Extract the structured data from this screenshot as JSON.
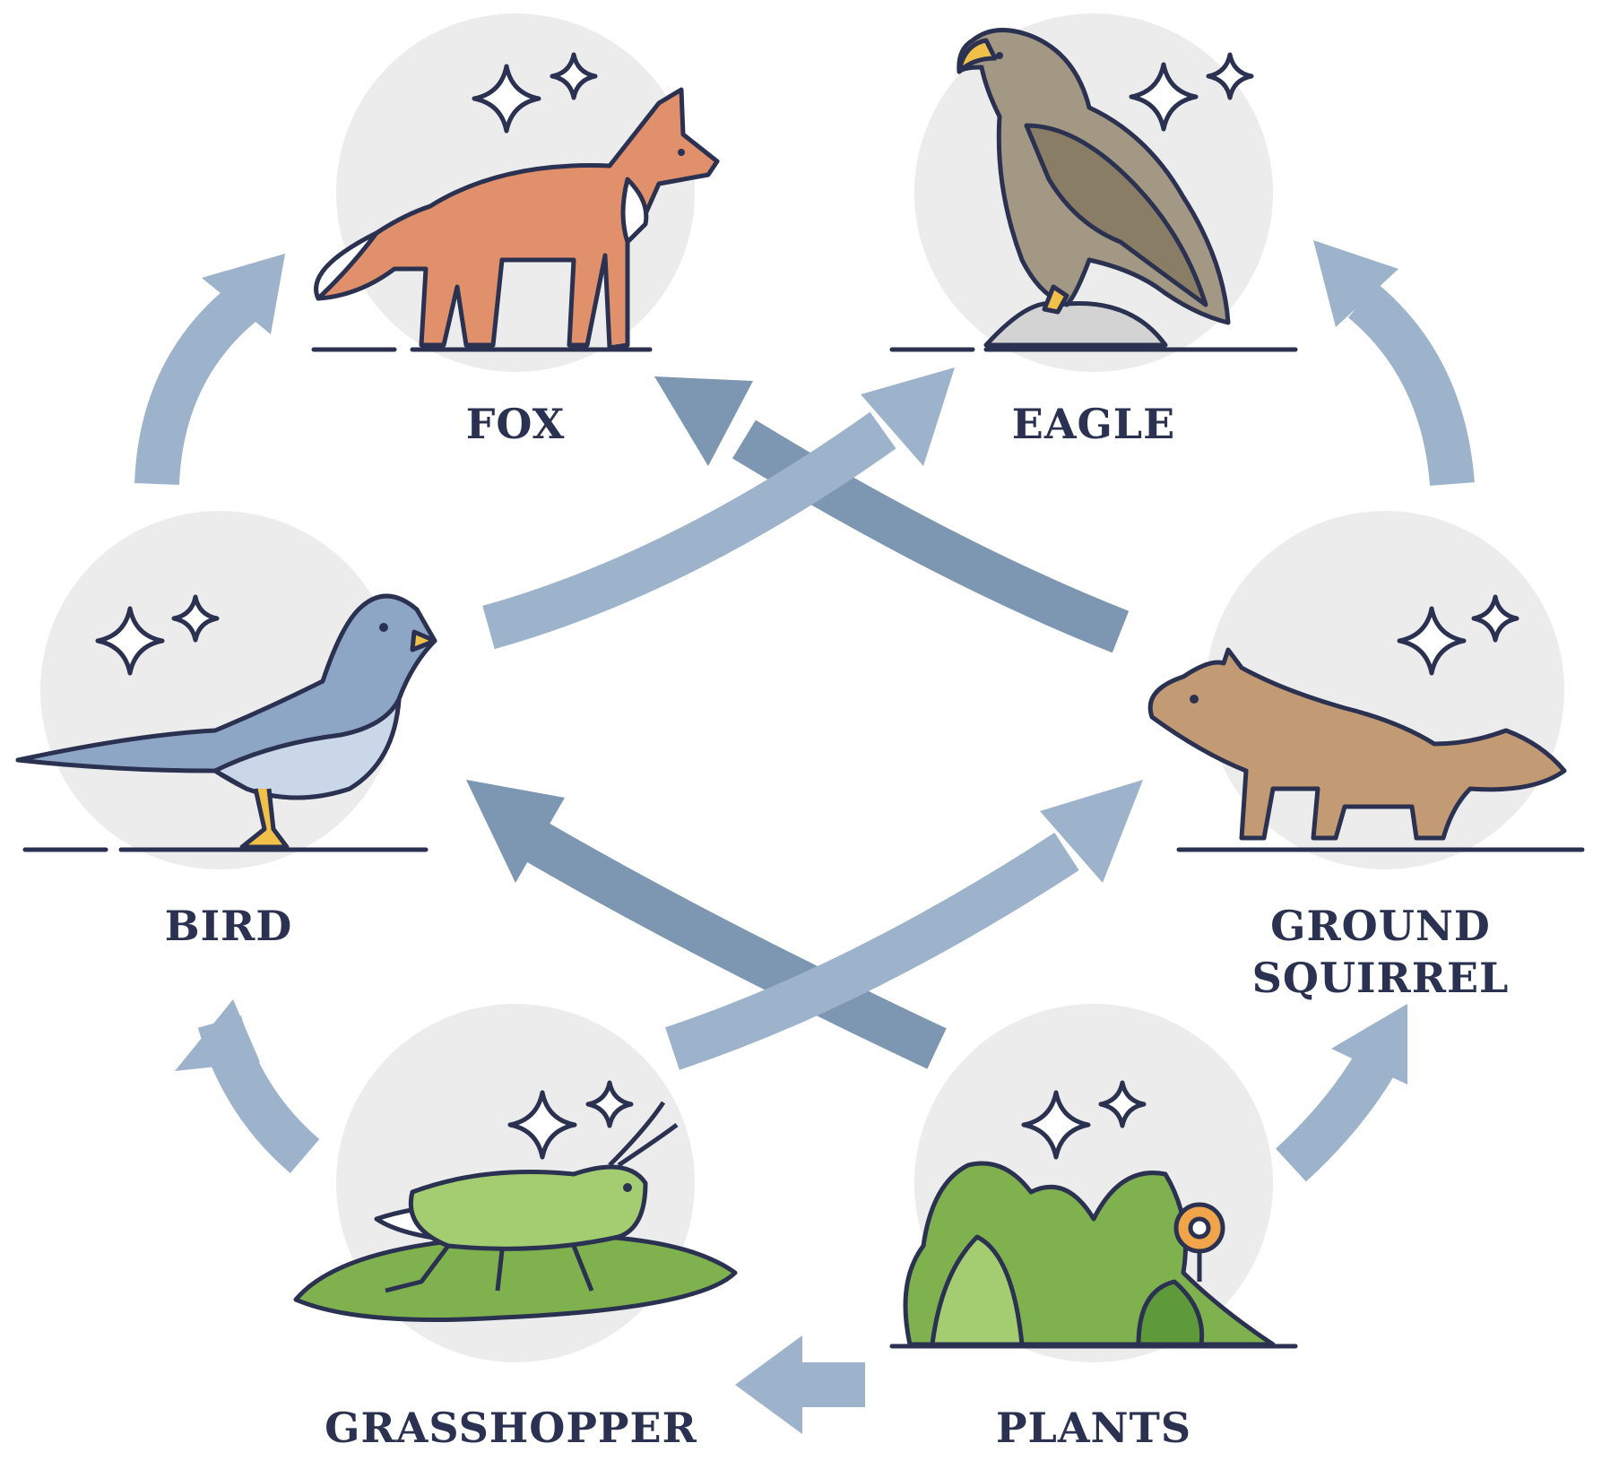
{
  "nodes": [
    {
      "id": "fox",
      "label": "FOX"
    },
    {
      "id": "eagle",
      "label": "EAGLE"
    },
    {
      "id": "bird",
      "label": "BIRD"
    },
    {
      "id": "squirrel",
      "label": "GROUND",
      "label2": "SQUIRREL"
    },
    {
      "id": "grasshopper",
      "label": "GRASSHOPPER"
    },
    {
      "id": "plants",
      "label": "PLANTS"
    }
  ],
  "edges": [
    {
      "from": "plants",
      "to": "grasshopper"
    },
    {
      "from": "plants",
      "to": "squirrel"
    },
    {
      "from": "plants",
      "to": "bird"
    },
    {
      "from": "grasshopper",
      "to": "bird"
    },
    {
      "from": "grasshopper",
      "to": "squirrel"
    },
    {
      "from": "bird",
      "to": "fox"
    },
    {
      "from": "bird",
      "to": "eagle"
    },
    {
      "from": "squirrel",
      "to": "eagle"
    },
    {
      "from": "squirrel",
      "to": "fox"
    }
  ],
  "colors": {
    "arrow_light": "#9db3cb",
    "arrow_dark": "#7d96b1",
    "circle": "#ececec",
    "outline": "#2b3150",
    "label": "#2b3150",
    "fox": "#e0906b",
    "eagle": "#a39883",
    "bird": "#8ea6c6",
    "squirrel": "#c29a74",
    "green": "#7fb24e",
    "flower": "#f0a54a"
  }
}
